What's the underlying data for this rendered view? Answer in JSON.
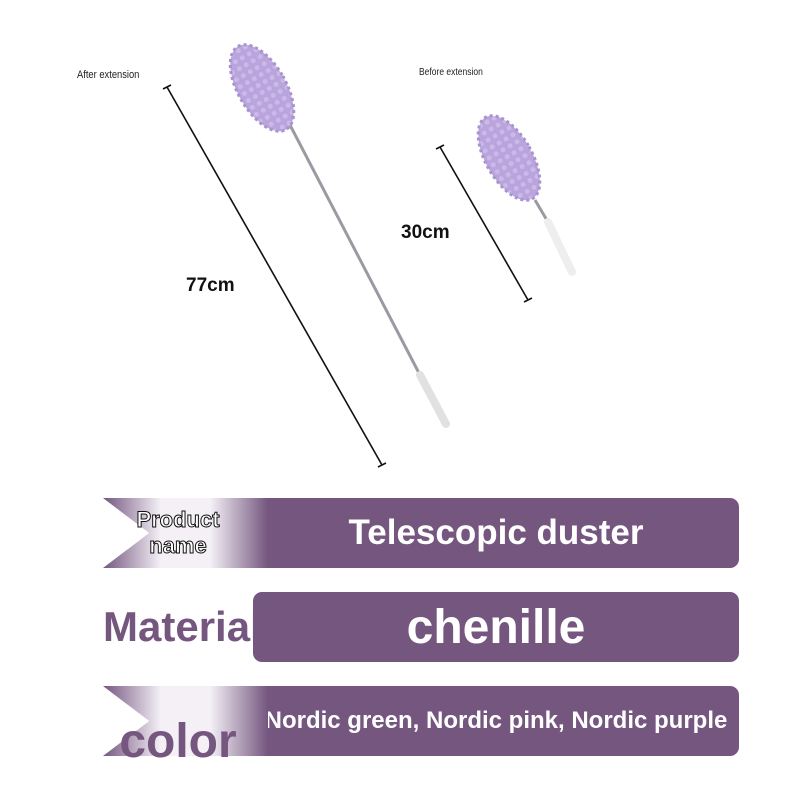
{
  "labels": {
    "after": "After extension",
    "before": "Before extension"
  },
  "dimensions": {
    "extended": "77cm",
    "retracted": "30cm"
  },
  "specs": [
    {
      "label": "Product name",
      "value": "Telescopic duster"
    },
    {
      "label": "Material",
      "value": "chenille"
    },
    {
      "label": "color",
      "value": "Nordic green, Nordic pink, Nordic purple"
    }
  ],
  "colors": {
    "accent": "#74567f",
    "duster": "#b9a4dc"
  }
}
